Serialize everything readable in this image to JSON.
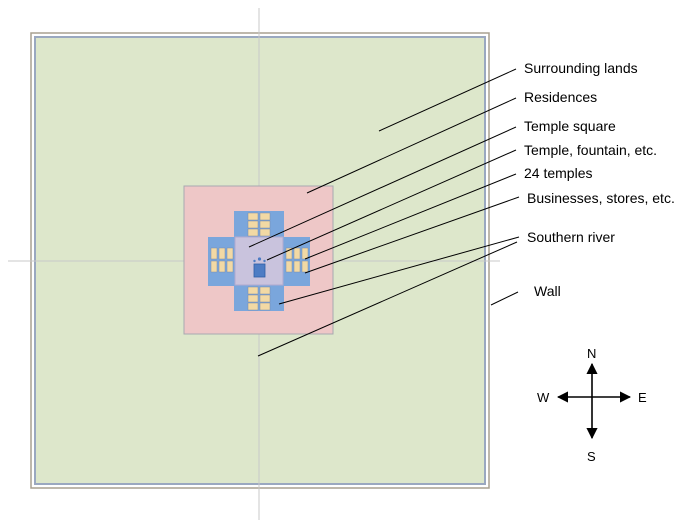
{
  "labels": {
    "surrounding_lands": "Surrounding lands",
    "residences": "Residences",
    "temple_square": "Temple square",
    "temple_fountain": "Temple, fountain, etc.",
    "temples_24": "24 temples",
    "businesses": "Businesses, stores, etc.",
    "southern_river": "Southern river",
    "wall": "Wall"
  },
  "compass": {
    "north": "N",
    "south": "S",
    "east": "E",
    "west": "W"
  },
  "colors": {
    "lands": "#dde7cb",
    "wall": "#9aa8c0",
    "residences": "#eec7c7",
    "temple_arms": "#7aa6dc",
    "temple_square": "#c9c3dd",
    "temple_blocks": "#f2d9a4",
    "leader_lines": "#000000"
  }
}
